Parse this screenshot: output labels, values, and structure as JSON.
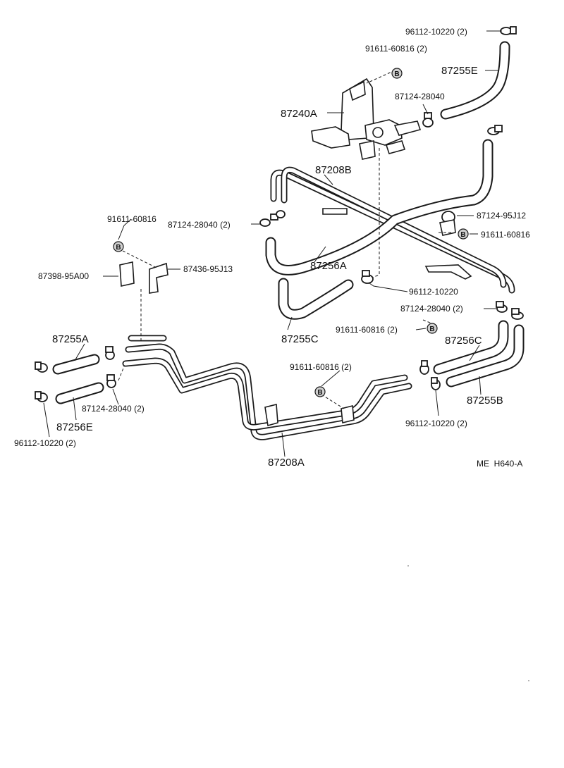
{
  "diagram_id": "ME  H640-A",
  "b_symbol": "B",
  "labels": {
    "p_96112_10220_2_top": "96112-10220 (2)",
    "p_91611_60816_2_top": "91611-60816 (2)",
    "p_87255E": "87255E",
    "p_87124_28040_top": "87124-28040",
    "p_87240A": "87240A",
    "p_87208B": "87208B",
    "p_91611_60816_left": "91611-60816",
    "p_87124_28040_2_mid": "87124-28040 (2)",
    "p_87124_95J12": "87124-95J12",
    "p_91611_60816_right": "91611-60816",
    "p_87256A": "87256A",
    "p_87398_95A00": "87398-95A00",
    "p_87436_95J13": "87436-95J13",
    "p_96112_10220_mid": "96112-10220",
    "p_87124_28040_2_right": "87124-28040 (2)",
    "p_91611_60816_2_right": "91611-60816 (2)",
    "p_87255C": "87255C",
    "p_87255A": "87255A",
    "p_87256C": "87256C",
    "p_91611_60816_2_center": "91611-60816 (2)",
    "p_87124_28040_2_left": "87124-28040 (2)",
    "p_87256E": "87256E",
    "p_87255B": "87255B",
    "p_96112_10220_2_right": "96112-10220 (2)",
    "p_96112_10220_2_left": "96112-10220 (2)",
    "p_87208A": "87208A"
  }
}
